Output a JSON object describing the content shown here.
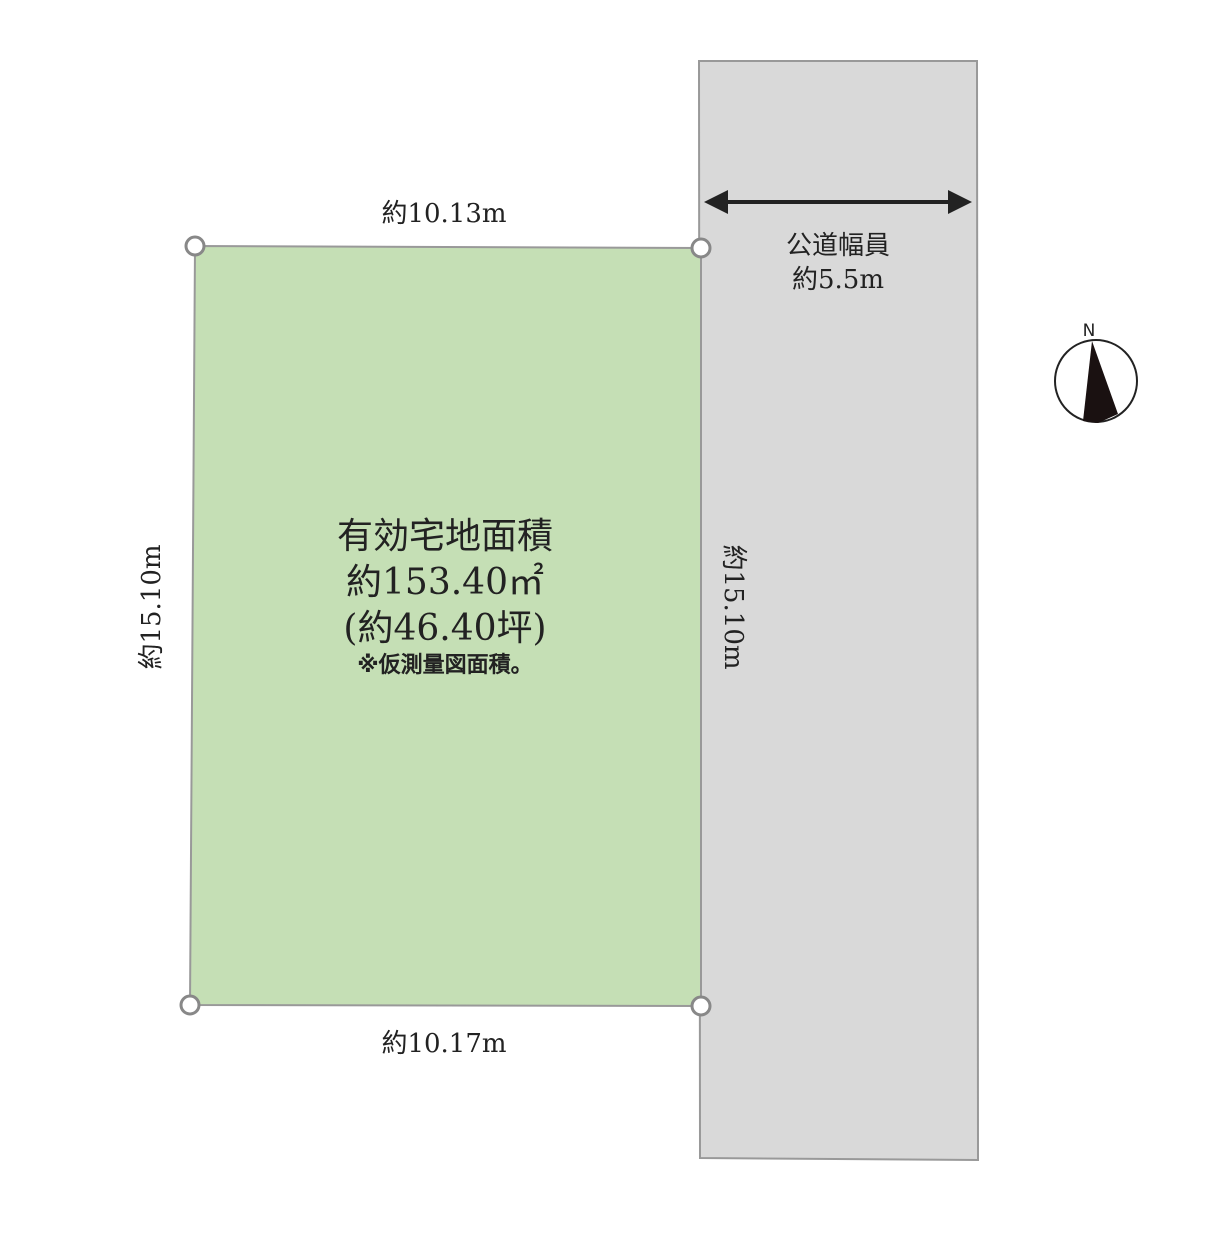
{
  "plot": {
    "title": "有効宅地面積",
    "area_sqm": "約153.40㎡",
    "area_tsubo": "(約46.40坪)",
    "note": "※仮測量図面積。",
    "color": "#c5dfb5"
  },
  "dimensions": {
    "top": "約10.13m",
    "bottom": "約10.17m",
    "left": "約15.10m",
    "right": "約15.10m"
  },
  "road": {
    "label": "公道幅員",
    "width": "約5.5m",
    "color": "#d9d9d9"
  },
  "compass": {
    "north_label": "N"
  }
}
